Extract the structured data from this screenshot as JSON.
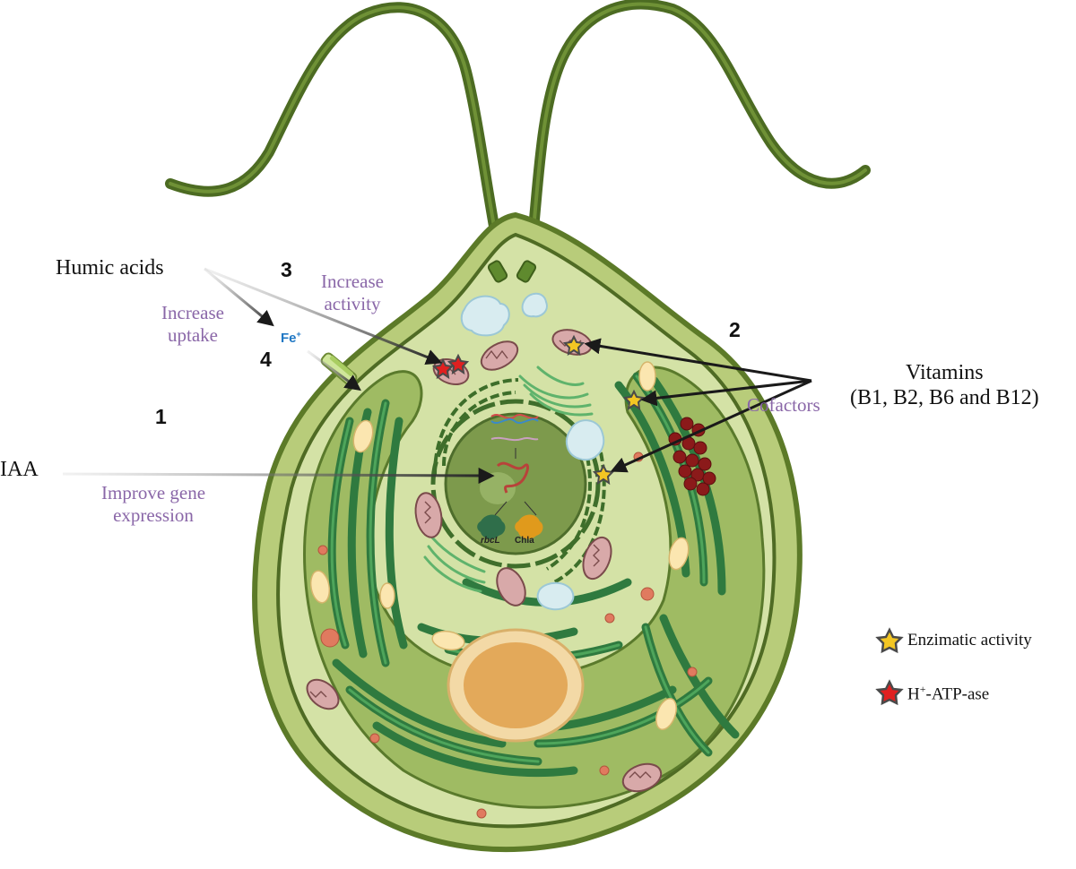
{
  "labels": {
    "humic_acids": "Humic acids",
    "vitamins_line1": "Vitamins",
    "vitamins_line2": "(B1, B2, B6 and B12)",
    "iaa": "IAA",
    "num_1": "1",
    "num_2": "2",
    "num_3": "3",
    "num_4": "4",
    "increase_uptake_line1": "Increase",
    "increase_uptake_line2": "uptake",
    "increase_activity_line1": "Increase",
    "increase_activity_line2": "activity",
    "improve_gene_line1": "Improve gene",
    "improve_gene_line2": "expression",
    "cofactors": "Cofactors",
    "fe": "Fe",
    "fe_charge": "+",
    "gene_rbcl": "rbcL",
    "gene_chla": "Chla"
  },
  "legend": {
    "enzymatic_activity": "Enzimatic activity",
    "h_atpase_prefix": "H",
    "h_atpase_sup": "+",
    "h_atpase_suffix": "-ATP-ase"
  },
  "colors": {
    "cell_wall": "#6d8a35",
    "cell_membrane": "#4f6b24",
    "cytoplasm": "#d6e3a8",
    "chloroplast": "#9fbb63",
    "thylakoid": "#2f7a3f",
    "nucleus": "#7d9a4c",
    "flagella": "#4c6b22",
    "mitochondria": "#b57c7c",
    "vacuole": "#d8ecf0",
    "pyrenoid": "#e8b45a",
    "enzymatic_star": "#f3c623",
    "atpase_star": "#e02020",
    "annotation_purple": "#8a67a8",
    "fe_blue": "#1f77c4"
  }
}
